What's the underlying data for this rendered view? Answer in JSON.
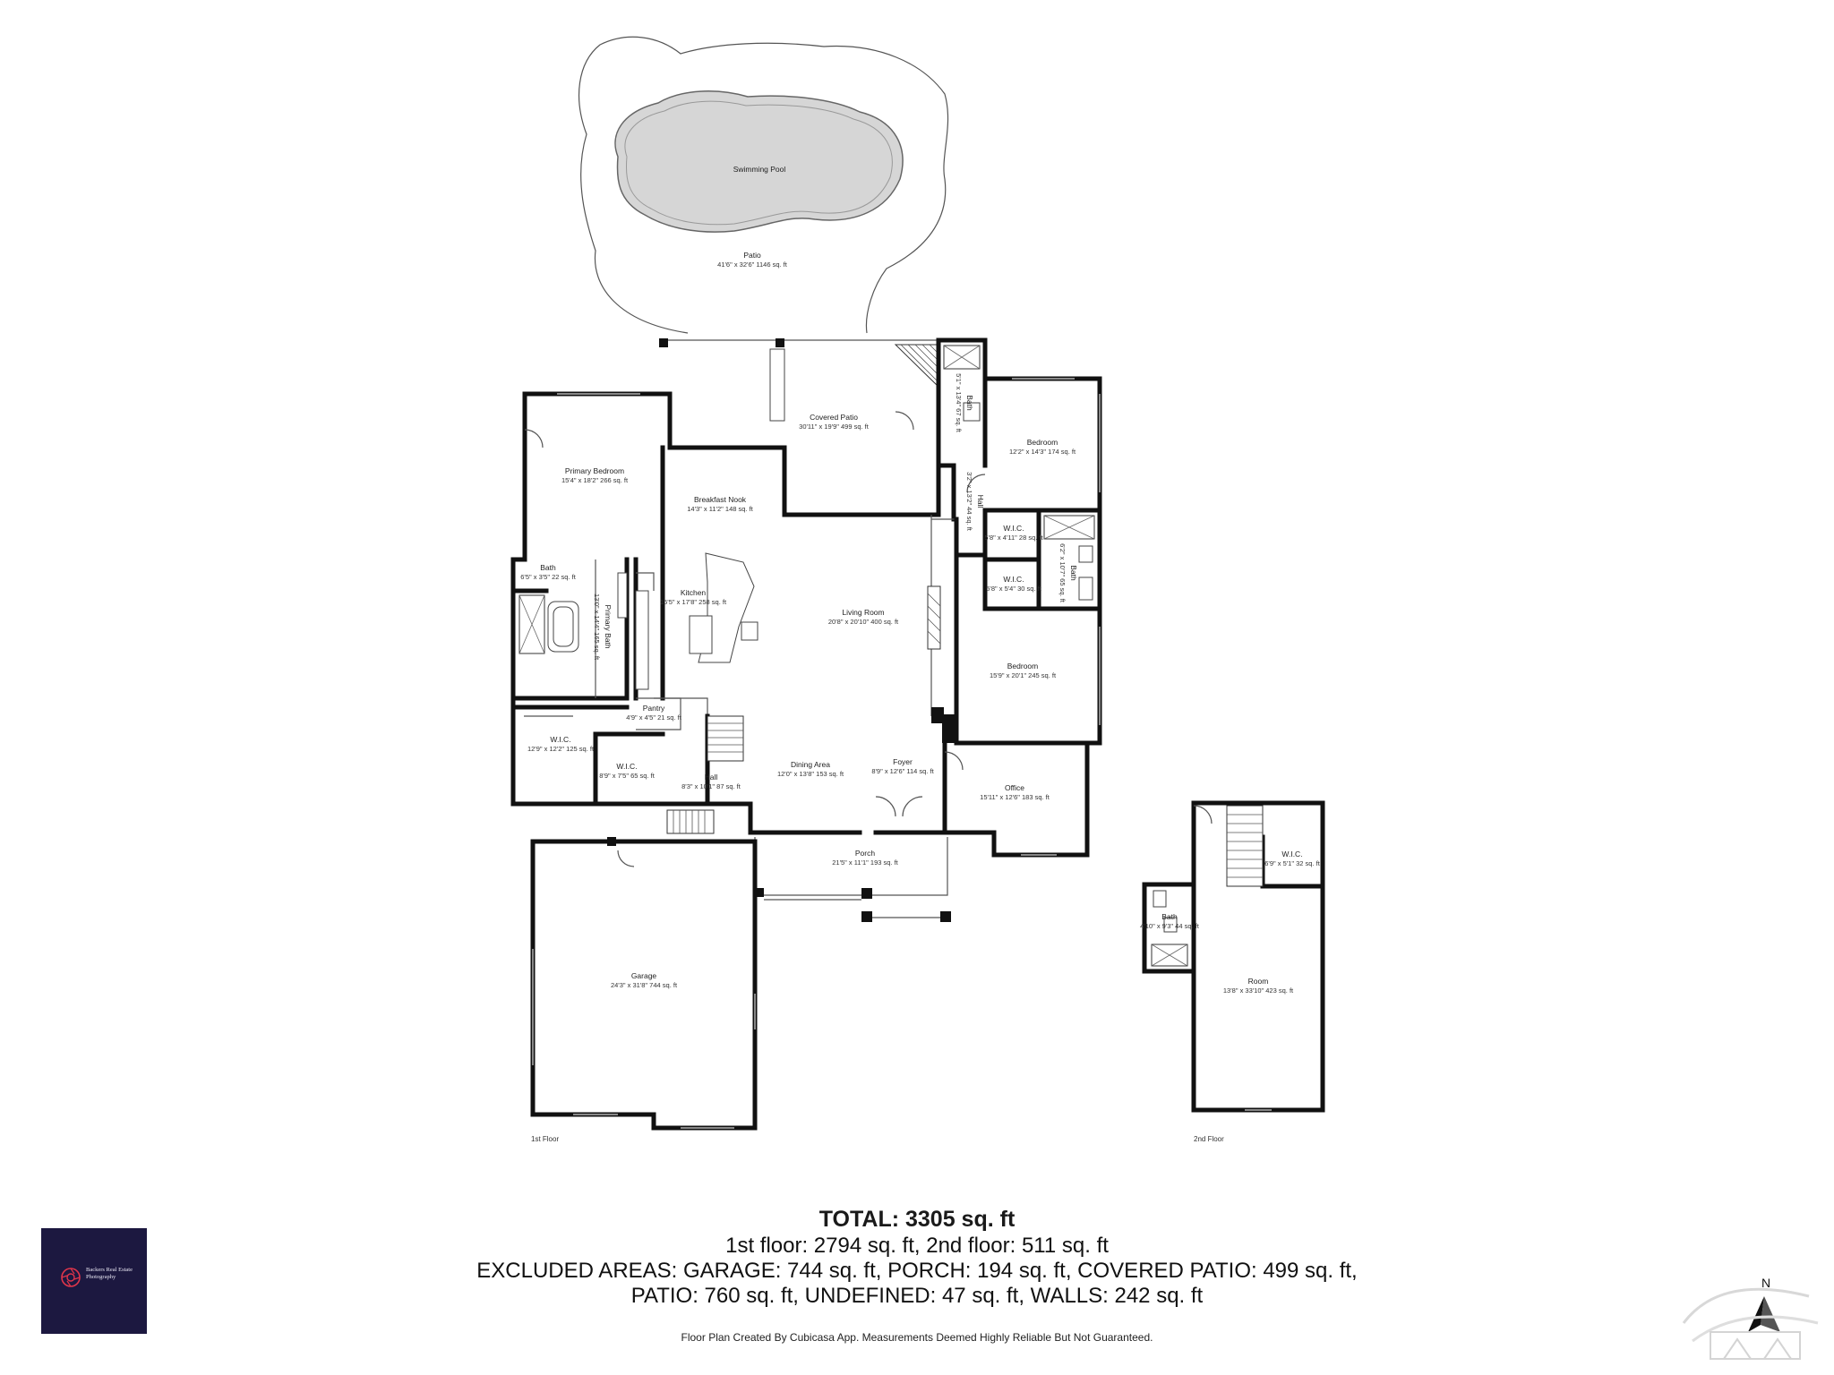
{
  "plan": {
    "rooms": [
      {
        "id": "swimming-pool",
        "label": "Swimming Pool",
        "dims": ""
      },
      {
        "id": "patio",
        "label": "Patio",
        "dims": "41'6\" x 32'6\" 1146 sq. ft"
      },
      {
        "id": "covered-patio",
        "label": "Covered Patio",
        "dims": "30'11\" x 19'9\" 499 sq. ft"
      },
      {
        "id": "primary-bedroom",
        "label": "Primary Bedroom",
        "dims": "15'4\" x 18'2\" 266 sq. ft"
      },
      {
        "id": "breakfast-nook",
        "label": "Breakfast Nook",
        "dims": "14'3\" x 11'2\" 148 sq. ft"
      },
      {
        "id": "kitchen",
        "label": "Kitchen",
        "dims": "15'5\" x 17'8\" 258 sq. ft"
      },
      {
        "id": "living-room",
        "label": "Living Room",
        "dims": "20'8\" x 20'10\" 400 sq. ft"
      },
      {
        "id": "bath-upper-right",
        "label": "Bath",
        "dims": "5'1\" x 13'4\" 67 sq. ft"
      },
      {
        "id": "bedroom-1",
        "label": "Bedroom",
        "dims": "12'2\" x 14'3\" 174 sq. ft"
      },
      {
        "id": "hall-right",
        "label": "Hall",
        "dims": "3'2\" x 13'2\" 44 sq. ft"
      },
      {
        "id": "wic-right-1",
        "label": "W.I.C.",
        "dims": "5'8\" x 4'11\" 28 sq. ft"
      },
      {
        "id": "wic-right-2",
        "label": "W.I.C.",
        "dims": "5'8\" x 5'4\" 30 sq. ft"
      },
      {
        "id": "bath-right",
        "label": "Bath",
        "dims": "6'2\" x 10'7\" 65 sq. ft"
      },
      {
        "id": "bedroom-2",
        "label": "Bedroom",
        "dims": "15'9\" x 20'1\" 245 sq. ft"
      },
      {
        "id": "bath-primary-small",
        "label": "Bath",
        "dims": "6'5\" x 3'5\" 22 sq. ft"
      },
      {
        "id": "primary-bath",
        "label": "Primary Bath",
        "dims": "13'0\" x 14'4\" 165 sq. ft"
      },
      {
        "id": "pantry",
        "label": "Pantry",
        "dims": "4'9\" x 4'5\" 21 sq. ft"
      },
      {
        "id": "wic-primary",
        "label": "W.I.C.",
        "dims": "12'9\" x 12'2\" 125 sq. ft"
      },
      {
        "id": "wic-hall",
        "label": "W.I.C.",
        "dims": "8'9\" x 7'5\" 65 sq. ft"
      },
      {
        "id": "hall",
        "label": "Hall",
        "dims": "8'3\" x 10'1\" 87 sq. ft"
      },
      {
        "id": "dining-area",
        "label": "Dining Area",
        "dims": "12'0\" x 13'8\" 153 sq. ft"
      },
      {
        "id": "foyer",
        "label": "Foyer",
        "dims": "8'9\" x 12'6\" 114 sq. ft"
      },
      {
        "id": "office",
        "label": "Office",
        "dims": "15'11\" x 12'6\" 183 sq. ft"
      },
      {
        "id": "porch",
        "label": "Porch",
        "dims": "21'5\" x 11'1\" 193 sq. ft"
      },
      {
        "id": "garage",
        "label": "Garage",
        "dims": "24'3\" x 31'8\" 744 sq. ft"
      },
      {
        "id": "wic-2nd",
        "label": "W.I.C.",
        "dims": "6'9\" x 5'1\" 32 sq. ft"
      },
      {
        "id": "bath-2nd",
        "label": "Bath",
        "dims": "4'10\" x 9'3\" 44 sq. ft"
      },
      {
        "id": "room-2nd",
        "label": "Room",
        "dims": "13'8\" x 33'10\" 423 sq. ft"
      }
    ],
    "floor_labels": [
      "1st Floor",
      "2nd Floor"
    ]
  },
  "summary": {
    "total": "TOTAL: 3305 sq. ft",
    "line1": "1st floor: 2794 sq. ft, 2nd floor: 511 sq. ft",
    "line2": "EXCLUDED AREAS: GARAGE: 744 sq. ft, PORCH: 194 sq. ft, COVERED PATIO: 499 sq. ft,",
    "line3": "PATIO: 760 sq. ft, UNDEFINED: 47 sq. ft, WALLS: 242 sq. ft",
    "note": "Floor Plan Created By Cubicasa App. Measurements Deemed Highly Reliable But Not Guaranteed."
  },
  "logo": {
    "text": "Backers Real Estate Photography",
    "colors": {
      "background": "#1c1840",
      "mark": "#e0354b"
    }
  },
  "compass": {
    "label": "N"
  },
  "icons": [
    "photography-logo-icon",
    "compass-arrow-icon",
    "brand-watermark-icon"
  ]
}
